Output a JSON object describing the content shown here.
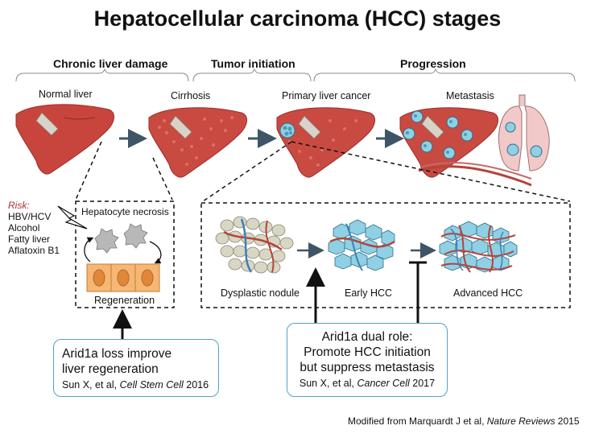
{
  "title": "Hepatocellular carcinoma (HCC) stages",
  "stages": {
    "chronic": "Chronic liver damage",
    "initiation": "Tumor  initiation",
    "progression": "Progression"
  },
  "organs": {
    "normal": "Normal liver",
    "cirrhosis": "Cirrhosis",
    "primary": "Primary liver cancer",
    "metastasis": "Metastasis"
  },
  "risk": {
    "heading": "Risk:",
    "items": [
      "HBV/HCV",
      "Alcohol",
      "Fatty liver",
      "Aflatoxin B1"
    ]
  },
  "inset_left": {
    "necrosis": "Hepatocyte necrosis",
    "regeneration": "Regeneration"
  },
  "inset_right": {
    "dysplastic": "Dysplastic nodule",
    "early": "Early HCC",
    "advanced": "Advanced HCC"
  },
  "box_left": {
    "line1": "Arid1a loss improve",
    "line2": "liver regeneration",
    "cite_authors": "Sun X, et al,",
    "cite_journal": "Cell Stem Cell",
    "cite_year": "2016"
  },
  "box_right": {
    "line1": "Arid1a dual role:",
    "line2": "Promote HCC initiation",
    "line3": "but suppress metastasis",
    "cite_authors": "Sun X, et al,",
    "cite_journal": "Cancer Cell",
    "cite_year": "2017"
  },
  "footer": {
    "prefix": "Modified from Marquardt J et al,",
    "journal": "Nature Reviews",
    "year": "2015"
  },
  "colors": {
    "liver": "#c8453d",
    "liver_dark": "#9e2e29",
    "box_border": "#4fa3c7",
    "cell_orange": "#f6b675",
    "tumor_blue": "#7fc3d8",
    "vessel_red": "#b5443a",
    "vessel_blue": "#3f7fb5",
    "risk_red": "#a8322d"
  }
}
